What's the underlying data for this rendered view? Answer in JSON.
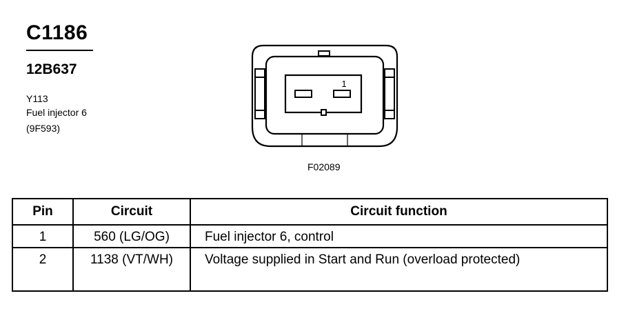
{
  "connector": {
    "id": "C1186",
    "part_number": "12B637",
    "location": "Y113",
    "description": "Fuel injector 6",
    "component": "(9F593)"
  },
  "diagram": {
    "pin_label": "1",
    "figure_code": "F02089"
  },
  "pin_table": {
    "headers": [
      "Pin",
      "Circuit",
      "Circuit function"
    ],
    "rows": [
      {
        "pin": "1",
        "circuit": "560 (LG/OG)",
        "function": "Fuel injector 6, control"
      },
      {
        "pin": "2",
        "circuit": "1138 (VT/WH)",
        "function": "Voltage supplied in Start and Run (overload protected)"
      }
    ]
  }
}
